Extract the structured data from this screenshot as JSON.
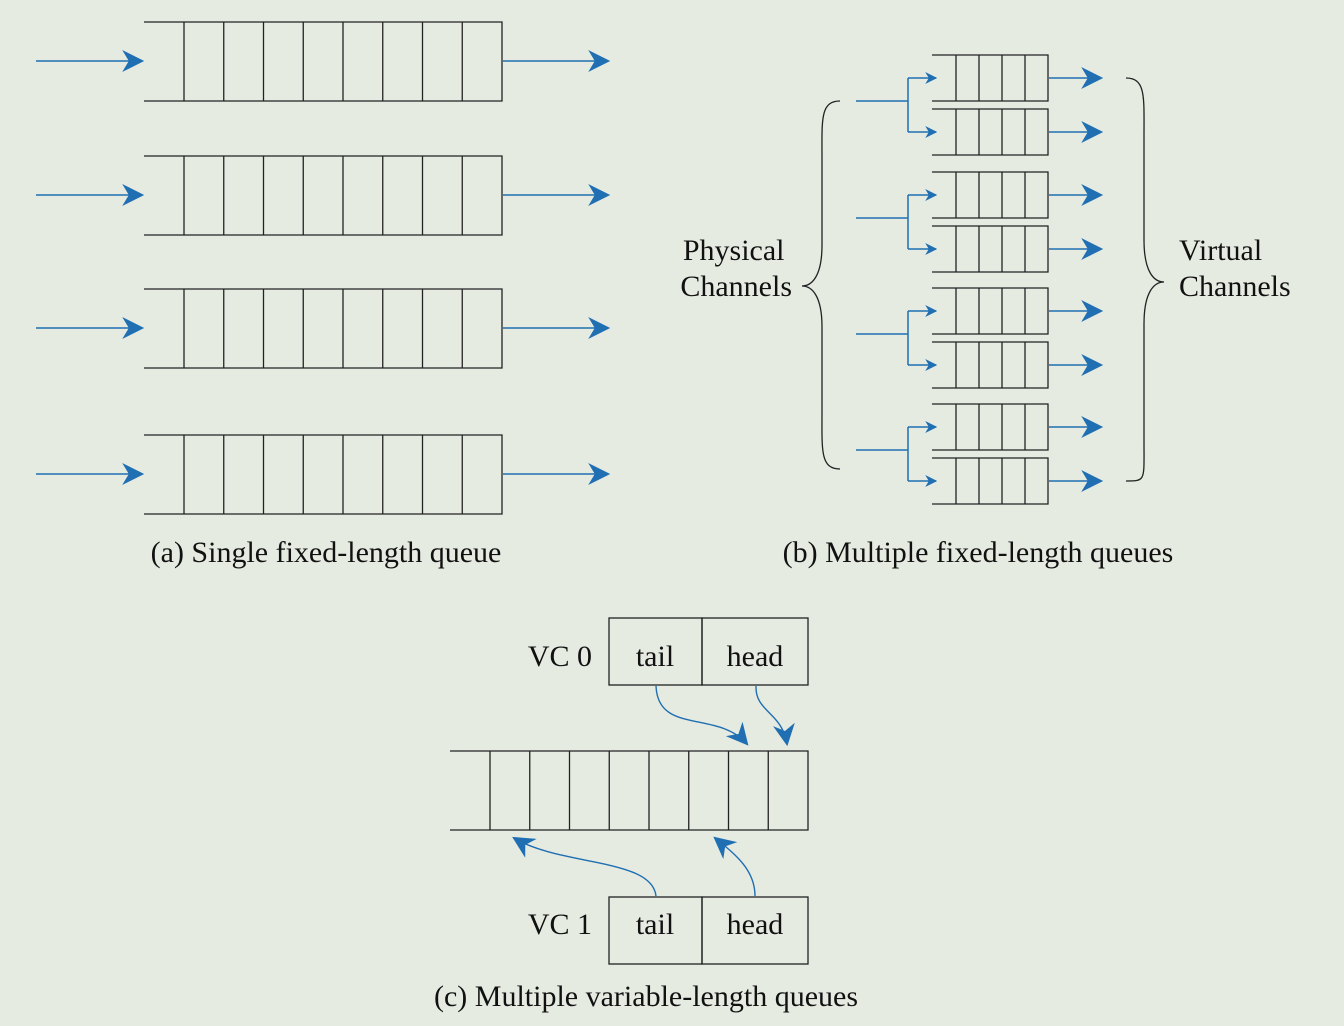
{
  "colors": {
    "background": "#e6ebe2",
    "stroke": "#222222",
    "arrow": "#1f6fb2"
  },
  "panel_a": {
    "caption": "(a) Single fixed-length queue",
    "queue_count": 4,
    "slots_per_queue": 8
  },
  "panel_b": {
    "caption": "(b) Multiple fixed-length queues",
    "left_label": [
      "Physical",
      "Channels"
    ],
    "right_label": [
      "Virtual",
      "Channels"
    ],
    "physical_channel_count": 4,
    "virtual_channels_per_physical": 2,
    "slots_per_queue": 4
  },
  "panel_c": {
    "caption": "(c) Multiple variable-length queues",
    "shared_buffer_slots": 8,
    "vc0": {
      "label": "VC 0",
      "tail": "tail",
      "head": "head"
    },
    "vc1": {
      "label": "VC 1",
      "tail": "tail",
      "head": "head"
    }
  }
}
